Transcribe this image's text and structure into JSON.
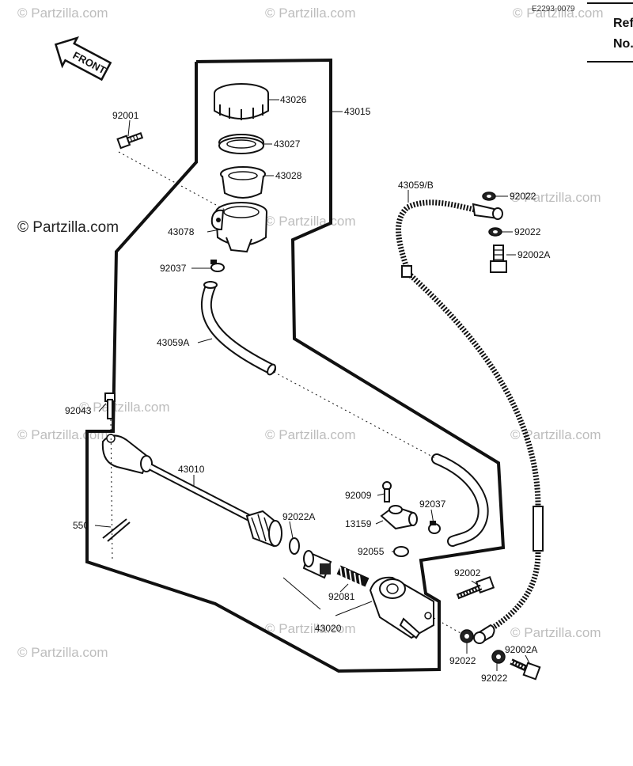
{
  "header": {
    "figure_code": "E2293-0079",
    "ref_label_line1": "Ref",
    "ref_label_line2": "No."
  },
  "front_badge": {
    "text": "FRONT",
    "icon": "front-arrow-icon"
  },
  "watermarks": [
    "© Partzilla.com",
    "© Partzilla.com",
    "© Partzilla.com",
    "© Partzilla.com",
    "© Partzilla.com",
    "© Partzilla.com",
    "© Partzilla.com",
    "© Partzilla.com",
    "© Partzilla.com",
    "© Partzilla.com",
    "© Partzilla.com",
    "© Partzilla.com",
    "© Partzilla.com"
  ],
  "parts": {
    "p43026": "43026",
    "p43015": "43015",
    "p92001": "92001",
    "p43027": "43027",
    "p43028": "43028",
    "p43078": "43078",
    "p92037a": "92037",
    "p43059a": "43059A",
    "p43059b": "43059/B",
    "p92022_1": "92022",
    "p92022_2": "92022",
    "p92002a_1": "92002A",
    "p92043": "92043",
    "p43010": "43010",
    "p550": "550",
    "p92022a": "92022A",
    "p92009": "92009",
    "p92037b": "92037",
    "p13159": "13159",
    "p92055": "92055",
    "p92002": "92002",
    "p92081": "92081",
    "p43020": "43020",
    "p92022_3": "92022",
    "p92002a_2": "92002A",
    "p92022_4": "92022"
  }
}
